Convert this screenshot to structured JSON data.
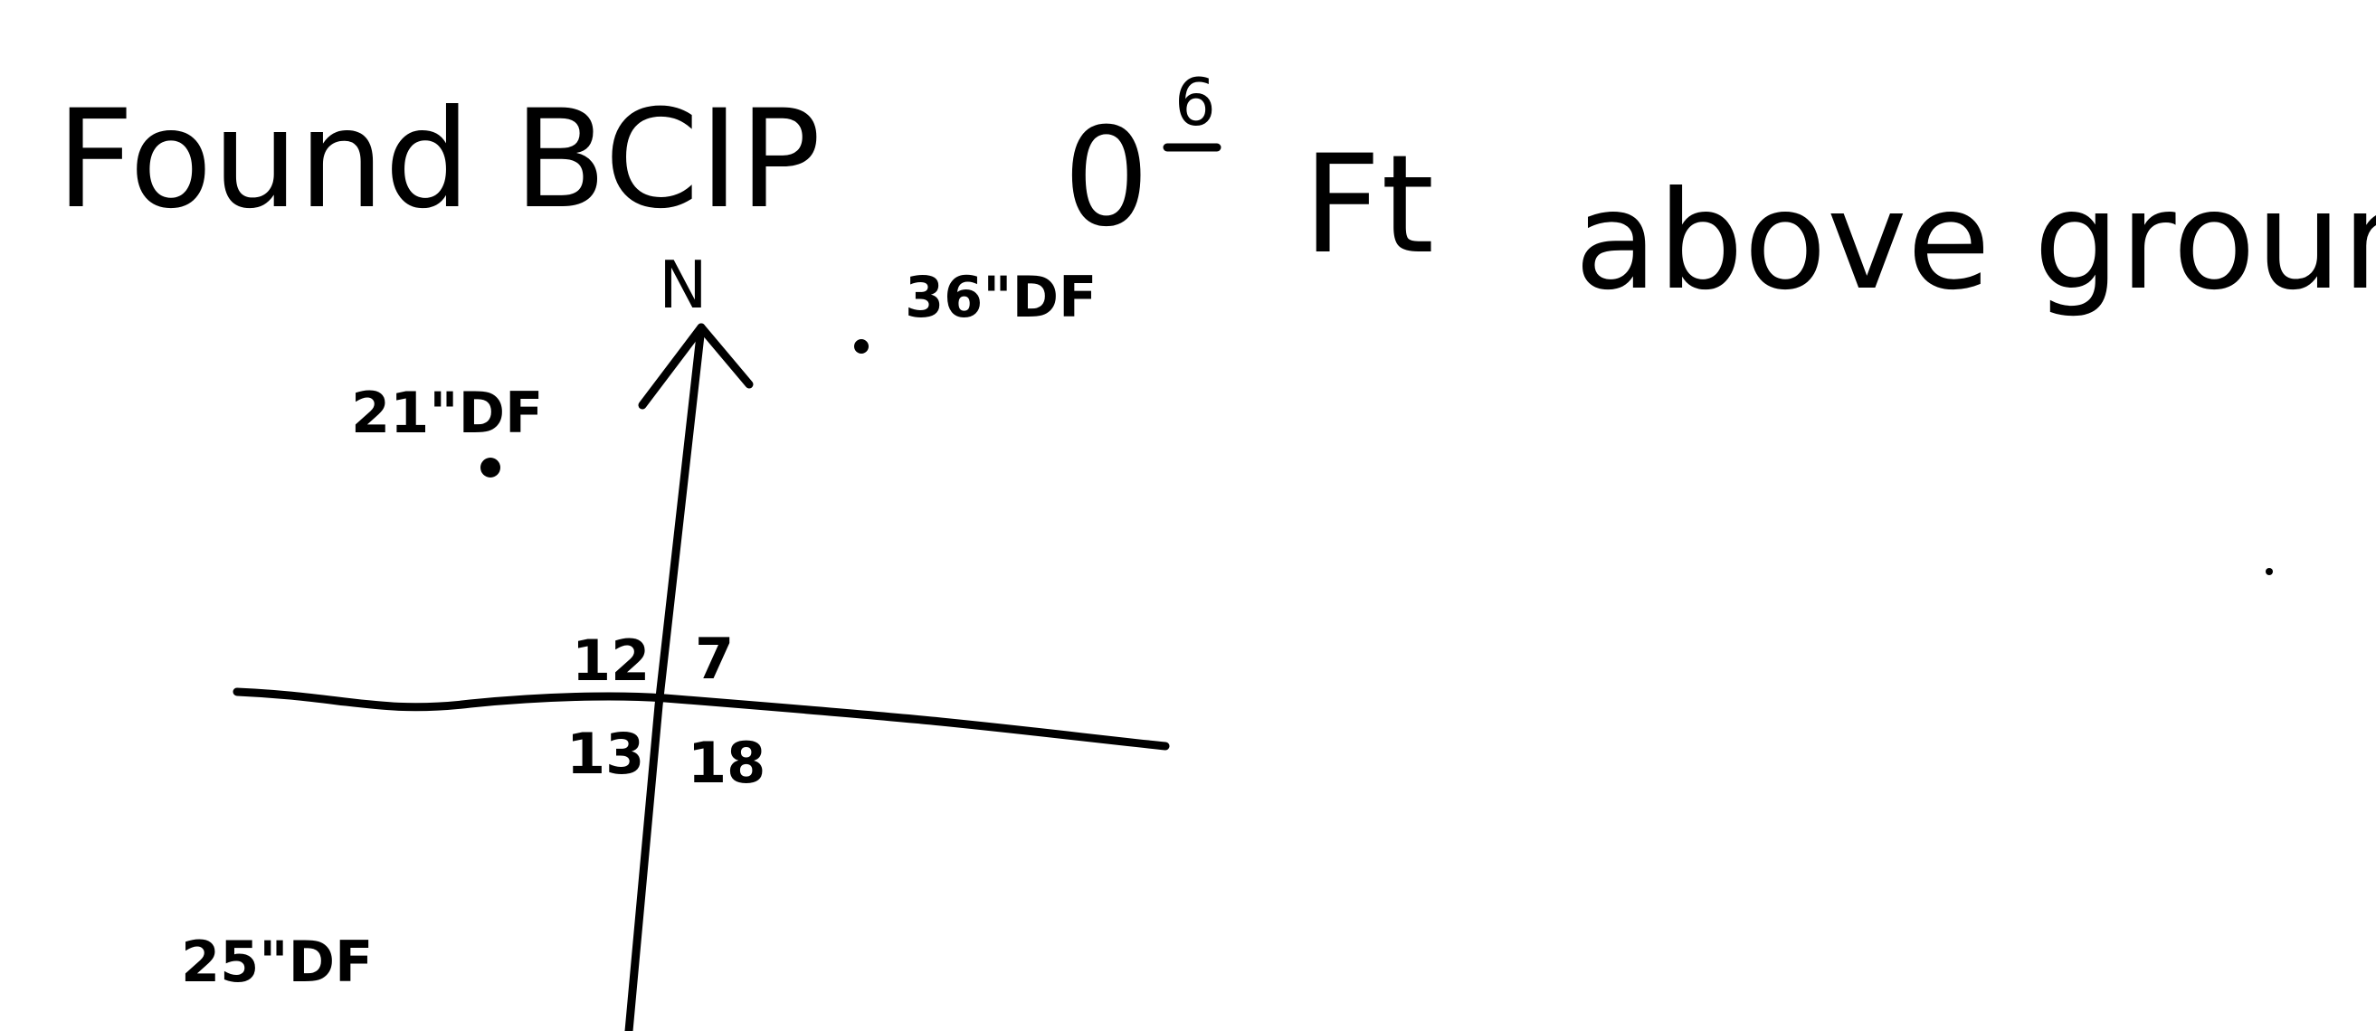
{
  "note": {
    "prefix": "Found BCIP",
    "height_value": "0",
    "height_superscript": "6",
    "unit": "Ft",
    "suffix": "above ground"
  },
  "north_label": "N",
  "trees": [
    "36\"DF",
    "21\"DF",
    "25\"DF"
  ],
  "sections": {
    "nw": "12",
    "ne": "7",
    "sw": "13",
    "se": "18"
  },
  "ink_color": "#000000"
}
